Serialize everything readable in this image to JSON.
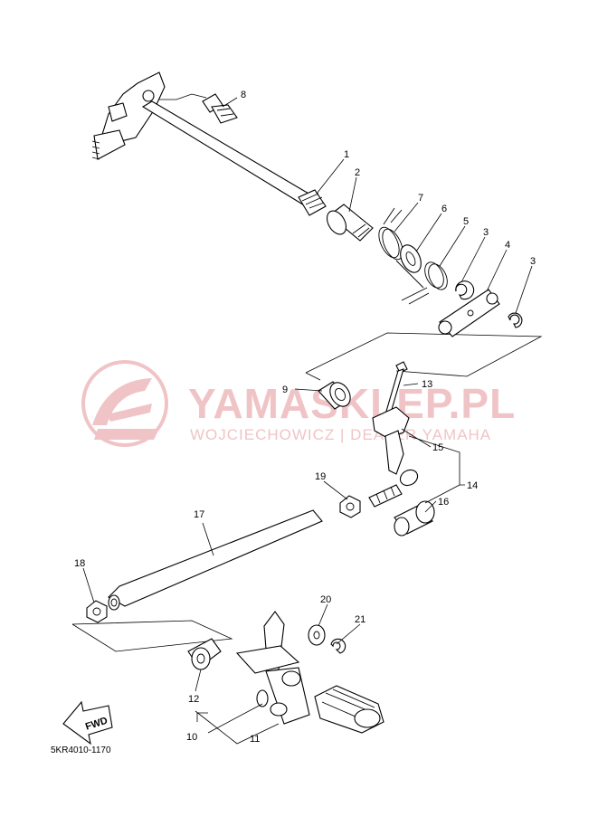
{
  "watermark": {
    "title": "YAMASKLEP.PL",
    "subtitle": "WOJCIECHOWICZ | DEALER YAMAHA",
    "color": "#f0c4c6"
  },
  "diagram_code": "5KR4010-1170",
  "fwd_label": "FWD",
  "callouts": [
    "1",
    "2",
    "3",
    "3",
    "4",
    "5",
    "6",
    "7",
    "8",
    "9",
    "10",
    "11",
    "12",
    "13",
    "14",
    "15",
    "16",
    "17",
    "18",
    "19",
    "20",
    "21"
  ]
}
